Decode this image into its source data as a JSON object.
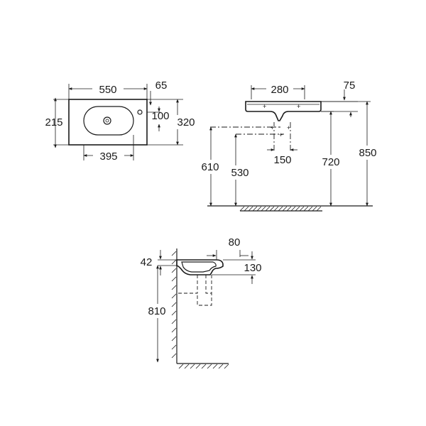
{
  "top_view": {
    "width": "550",
    "overhang": "65",
    "depth": "215",
    "tap_offset": "100",
    "overall_depth": "320",
    "bowl_width": "395"
  },
  "front_view": {
    "fixing_spacing": "280",
    "side_offset": "75",
    "fixing_offset": "150",
    "height_610": "610",
    "height_530": "530",
    "height_720": "720",
    "height_850": "850"
  },
  "side_view": {
    "lip": "42",
    "rim": "80",
    "bowl_depth": "130",
    "height": "810"
  }
}
